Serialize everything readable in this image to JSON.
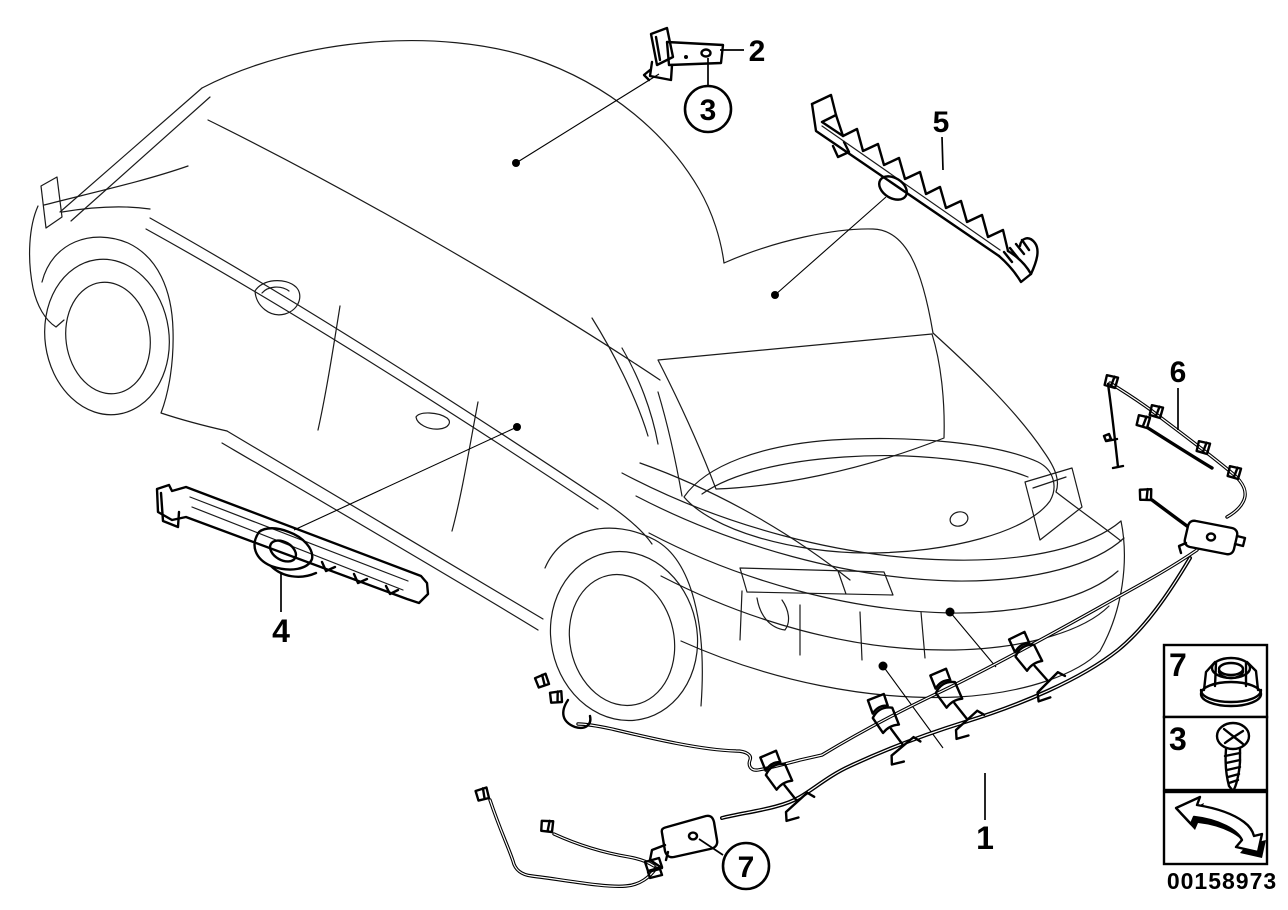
{
  "colors": {
    "background": "#ffffff",
    "ink": "#000000"
  },
  "callouts": {
    "part1": {
      "label": "1",
      "style": "plain"
    },
    "part2": {
      "label": "2",
      "style": "plain"
    },
    "part3": {
      "label": "3",
      "style": "circled"
    },
    "part4": {
      "label": "4",
      "style": "plain"
    },
    "part5": {
      "label": "5",
      "style": "plain"
    },
    "part6": {
      "label": "6",
      "style": "plain"
    },
    "part7": {
      "label": "7",
      "style": "circled"
    }
  },
  "legend": {
    "rows": [
      {
        "label": "7",
        "icon": "flange-nut-icon"
      },
      {
        "label": "3",
        "icon": "tapping-screw-icon"
      },
      {
        "label": "",
        "icon": "direction-arrow-icon"
      }
    ]
  },
  "footer": {
    "drawing_number": "00158973"
  }
}
